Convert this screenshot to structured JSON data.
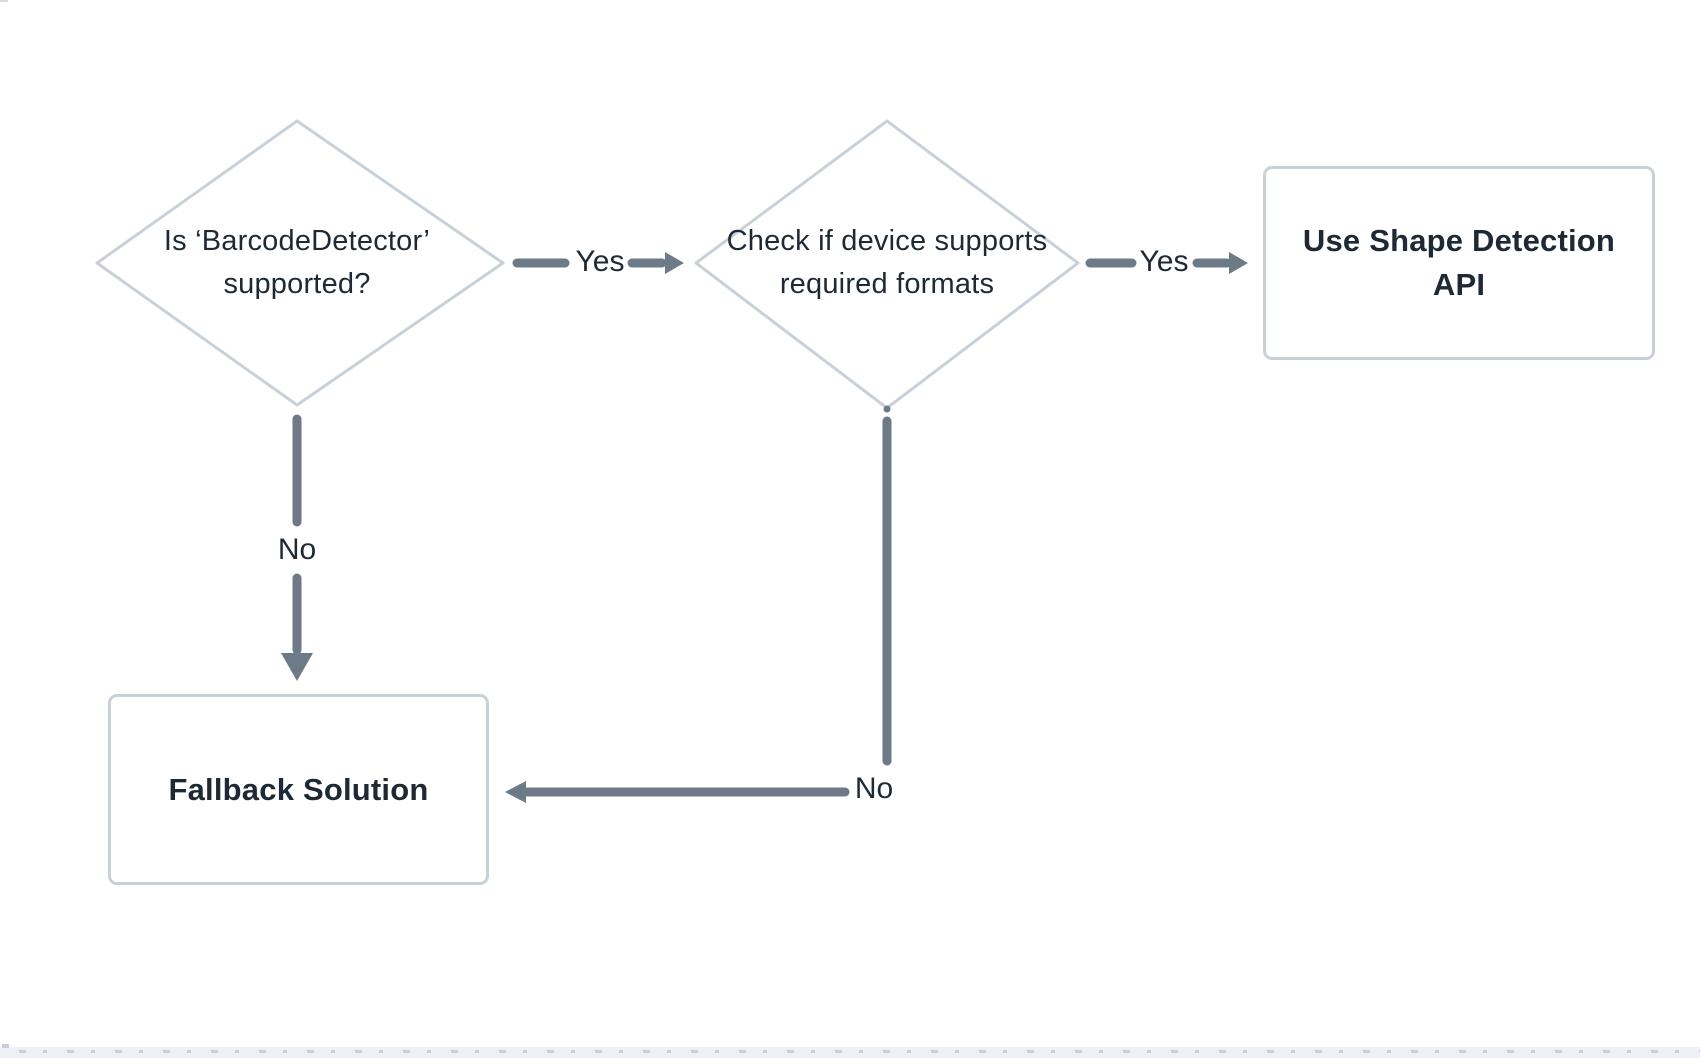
{
  "flowchart": {
    "nodes": {
      "decision1": {
        "type": "decision",
        "label": "Is ‘BarcodeDetector’ supported?"
      },
      "decision2": {
        "type": "decision",
        "label": "Check if device supports required formats"
      },
      "process_shape_api": {
        "type": "process",
        "label": "Use Shape Detection API"
      },
      "process_fallback": {
        "type": "process",
        "label": "Fallback Solution"
      }
    },
    "edges": {
      "decision1_yes": {
        "label": "Yes",
        "from": "decision1",
        "to": "decision2"
      },
      "decision2_yes": {
        "label": "Yes",
        "from": "decision2",
        "to": "process_shape_api"
      },
      "decision1_no": {
        "label": "No",
        "from": "decision1",
        "to": "process_fallback"
      },
      "decision2_no": {
        "label": "No",
        "from": "decision2",
        "to": "process_fallback"
      }
    },
    "colors": {
      "background": "#ffffff",
      "node_border": "#c8d1da",
      "edge": "#6d7a87",
      "text": "#1d2a36"
    }
  }
}
